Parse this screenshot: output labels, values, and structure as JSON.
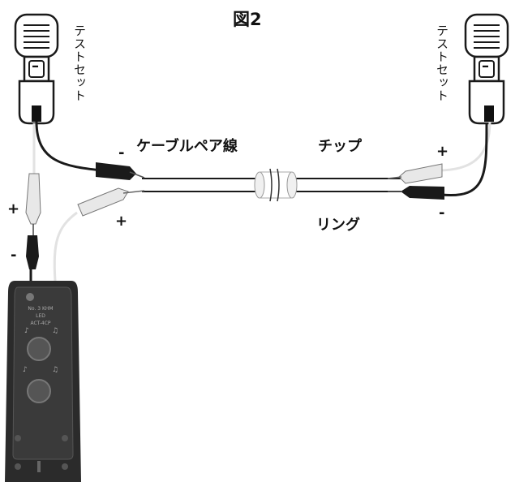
{
  "figure": {
    "title": "図2"
  },
  "test_set_left": {
    "label": "テストセット",
    "button": "–"
  },
  "test_set_right": {
    "label": "テストセット",
    "button": "–"
  },
  "cable": {
    "label": "ケーブルペア線",
    "tip": "チップ",
    "ring": "リング"
  },
  "polarity": {
    "plus": "+",
    "minus": "-"
  },
  "tester": {
    "model": "No. 3 KHM",
    "label": "LED",
    "sub": "ACT-4CP"
  },
  "colors": {
    "wire_black": "#1a1a1a",
    "wire_white": "#e2e2e2",
    "device": "#2b2b2b"
  }
}
